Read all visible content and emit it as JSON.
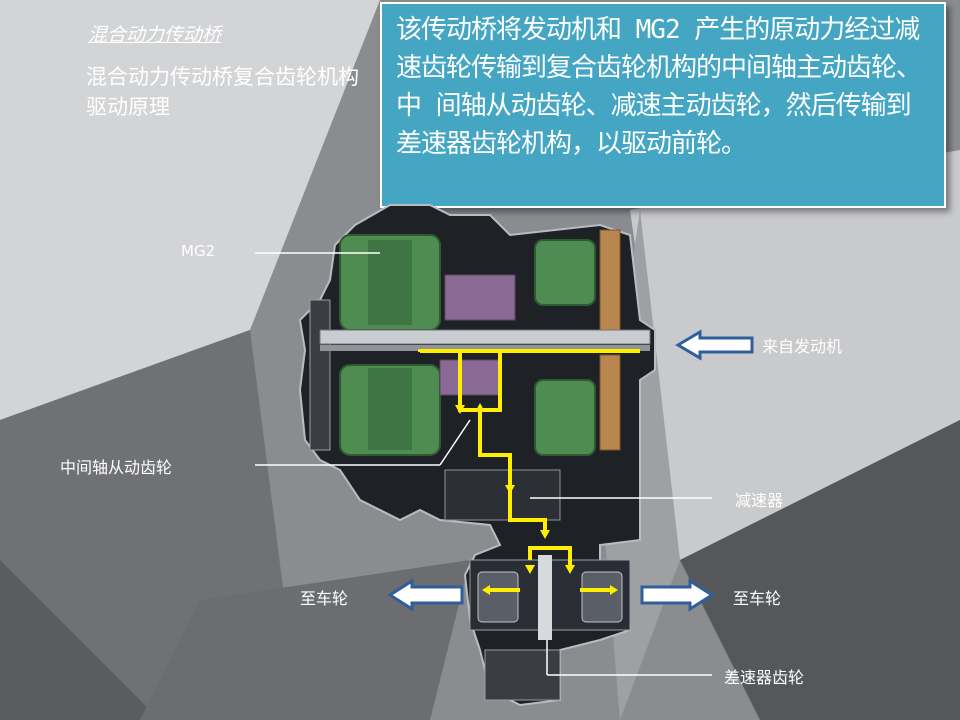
{
  "slide": {
    "title": "混合动力传动桥",
    "subtitle": "混合动力传动桥复合齿轮机构驱动原理"
  },
  "callout": {
    "text": "该传动桥将发动机和 MG2 产生的原动力经过减速齿轮传输到复合齿轮机构的中间轴主动齿轮、中 间轴从动齿轮、减速主动齿轮，然后传输到差速器齿轮机构，以驱动前轮。"
  },
  "labels": {
    "mg2": "MG2",
    "engine_input": "来自发动机",
    "counter_driven_gear": "中间轴从动齿轮",
    "reducer": "减速器",
    "to_wheel_left": "至车轮",
    "to_wheel_right": "至车轮",
    "differential_gear": "差速器齿轮"
  },
  "colors": {
    "callout_bg": "#45a6c3",
    "power_flow": "#ffee00",
    "motor_green": "#4e8c52",
    "planetary_purple": "#8a6a94",
    "damper_brown": "#b8864e",
    "housing_dark": "#1e2126"
  }
}
